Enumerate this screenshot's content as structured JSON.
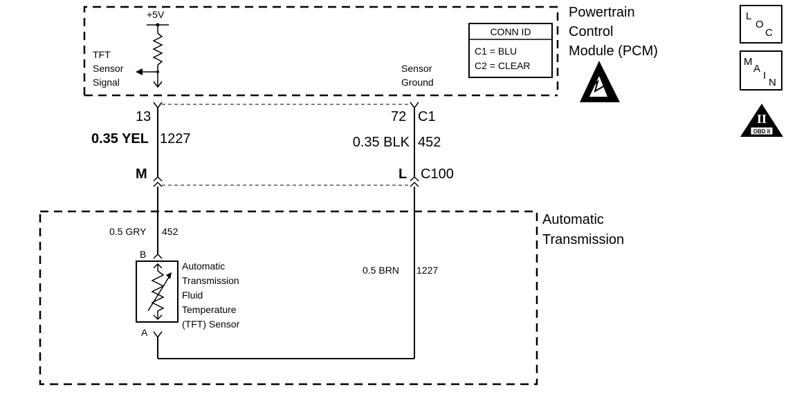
{
  "pcm": {
    "title_line1": "Powertrain",
    "title_line2": "Control",
    "title_line3": "Module (PCM)",
    "supply": "+5V",
    "signal_line1": "TFT",
    "signal_line2": "Sensor",
    "signal_line3": "Signal",
    "ground_line1": "Sensor",
    "ground_line2": "Ground"
  },
  "conn_id": {
    "header": "CONN ID",
    "row1": "C1 = BLU",
    "row2": "C2 = CLEAR"
  },
  "pcm_connector": {
    "left_pin": "13",
    "right_pin": "72",
    "name": "C1"
  },
  "wires_upper": {
    "left_color": "0.35 YEL",
    "left_circuit": "1227",
    "right_color": "0.35 BLK",
    "right_circuit": "452"
  },
  "inline_connector": {
    "left_pin": "M",
    "right_pin": "L",
    "name": "C100"
  },
  "transmission": {
    "title_line1": "Automatic",
    "title_line2": "Transmission"
  },
  "wires_lower": {
    "left_color": "0.5 GRY",
    "left_circuit": "452",
    "right_color": "0.5 BRN",
    "right_circuit": "1227"
  },
  "sensor": {
    "pin_top": "B",
    "pin_bottom": "A",
    "line1": "Automatic",
    "line2": "Transmission",
    "line3": "Fluid",
    "line4": "Temperature",
    "line5": "(TFT) Sensor"
  },
  "icons": {
    "loc_l": "L",
    "loc_o": "O",
    "loc_c": "C",
    "main_m": "M",
    "main_a": "A",
    "main_i": "I",
    "main_n": "N",
    "obd_numeral": "II",
    "obd_label": "OBD II"
  }
}
